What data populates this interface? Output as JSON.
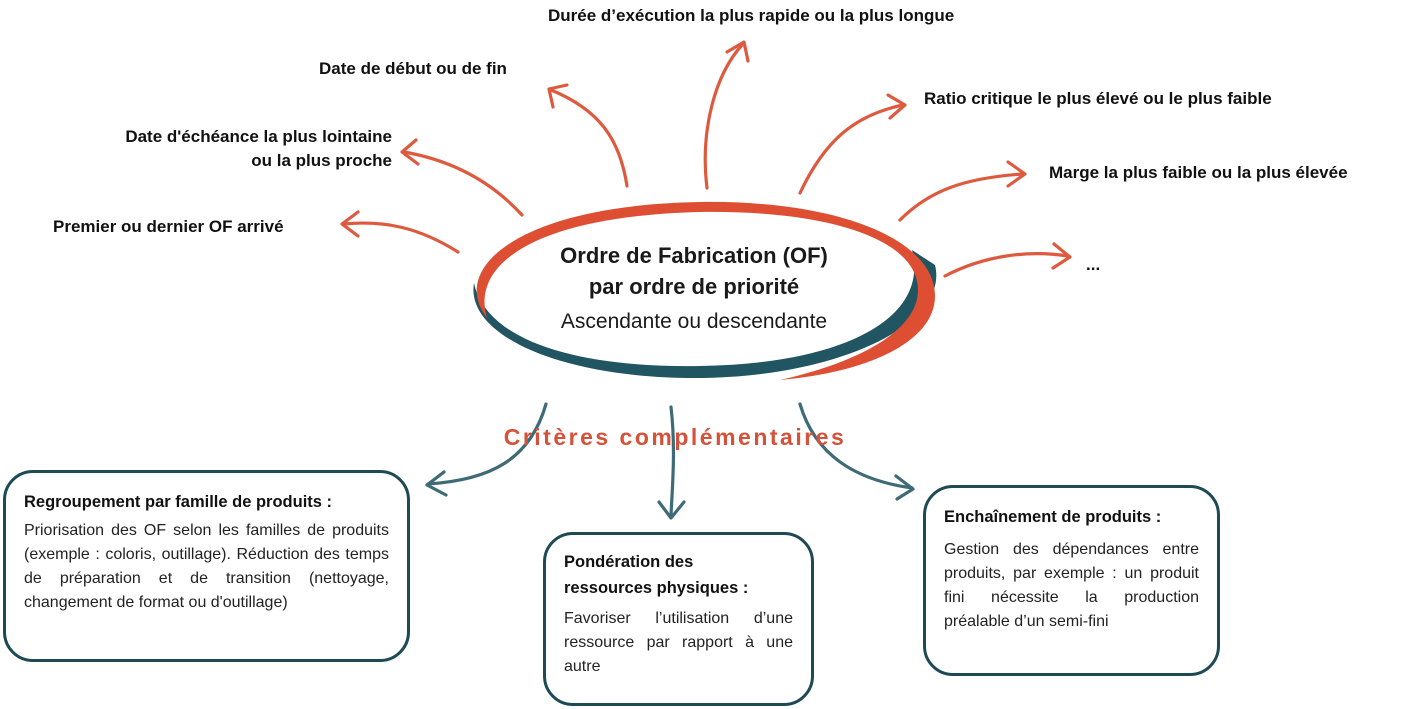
{
  "center": {
    "title_line1": "Ordre de Fabrication (OF)",
    "title_line2": "par ordre de priorité",
    "subtitle": "Ascendante ou descendante"
  },
  "criteria": {
    "duration": "Durée d’exécution la plus rapide ou la plus longue",
    "start_end": "Date de début ou de fin",
    "ratio": "Ratio critique le plus élevé ou le plus faible",
    "due_line1": "Date d'échéance la plus lointaine",
    "due_line2": "ou la plus proche",
    "margin": "Marge la plus faible ou la plus élevée",
    "fifo": "Premier ou dernier OF arrivé",
    "more": "..."
  },
  "section": {
    "title": "Critères complémentaires"
  },
  "boxes": {
    "grouping": {
      "title": "Regroupement par famille de produits :",
      "body": "Priorisation des OF selon les familles de produits (exemple : coloris, outillage). Réduction des temps de préparation et de transition (nettoyage, changement de format ou d'outillage)"
    },
    "weighting": {
      "title_line1": "Pondération des",
      "title_line2": "ressources physiques :",
      "body": "Favoriser l’utilisation d’une ressource par rapport à une autre"
    },
    "sequencing": {
      "title": "Enchaînement de produits :",
      "body": "Gestion des dépendances entre produits, par exemple : un produit fini nécessite la production préalable d’un semi-fini"
    }
  },
  "colors": {
    "accent": "#d6513a",
    "dark": "#1e4a55",
    "text": "#111111"
  }
}
